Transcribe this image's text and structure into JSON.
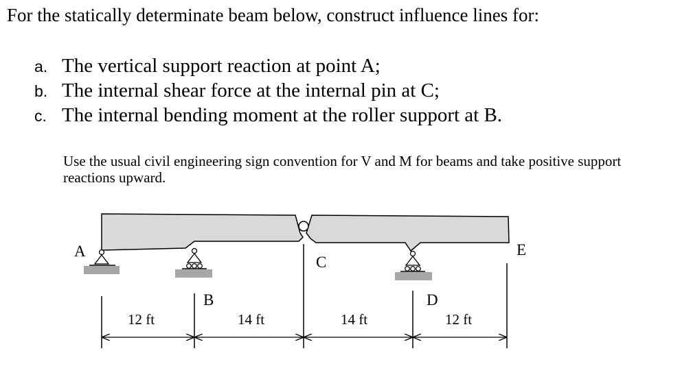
{
  "intro": "For the statically determinate beam below, construct influence lines for:",
  "items": [
    {
      "marker": "a.",
      "text": "The vertical support reaction at point A;"
    },
    {
      "marker": "b.",
      "text": "The internal shear force at the internal pin at C;"
    },
    {
      "marker": "c.",
      "text": "The internal bending moment at the roller support at B."
    }
  ],
  "note": "Use the usual civil engineering sign convention for V and M for beams and take positive support reactions upward.",
  "diagram": {
    "labels": {
      "A": "A",
      "B": "B",
      "C": "C",
      "D": "D",
      "E": "E"
    },
    "dimensions": [
      "12 ft",
      "14 ft",
      "14 ft",
      "12 ft"
    ],
    "colors": {
      "beam_fill": "#d9d9d9",
      "ground_fill": "#a6a6a6",
      "line": "#000000"
    }
  }
}
